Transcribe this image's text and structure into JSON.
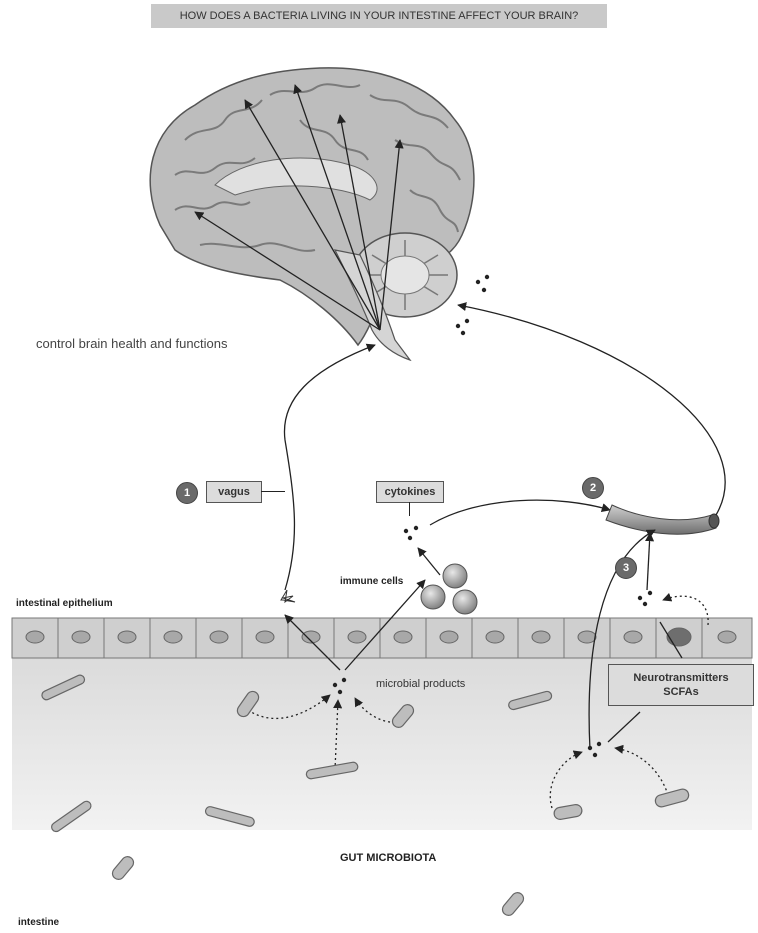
{
  "title": "HOW DOES A BACTERIA LIVING IN YOUR INTESTINE AFFECT YOUR BRAIN?",
  "labels": {
    "brain_caption": "control brain health and functions",
    "intestinal_epithelium": "intestinal epithelium",
    "immune_cells": "immune cells",
    "microbial_products": "microbial products",
    "gut_microbiota": "GUT MICROBIOTA",
    "intestine": "intestine"
  },
  "pathways": [
    {
      "number": "1",
      "label": "vagus"
    },
    {
      "number": "2",
      "label": ""
    },
    {
      "number": "3",
      "label": ""
    }
  ],
  "boxes": {
    "cytokines": "cytokines",
    "neurotransmitters_line1": "Neurotransmitters",
    "neurotransmitters_line2": "SCFAs"
  },
  "colors": {
    "title_bar": "#c9c9c9",
    "box_fill": "#dcdcdc",
    "badge": "#6a6a6a",
    "lumen": "#e6e6e6"
  }
}
